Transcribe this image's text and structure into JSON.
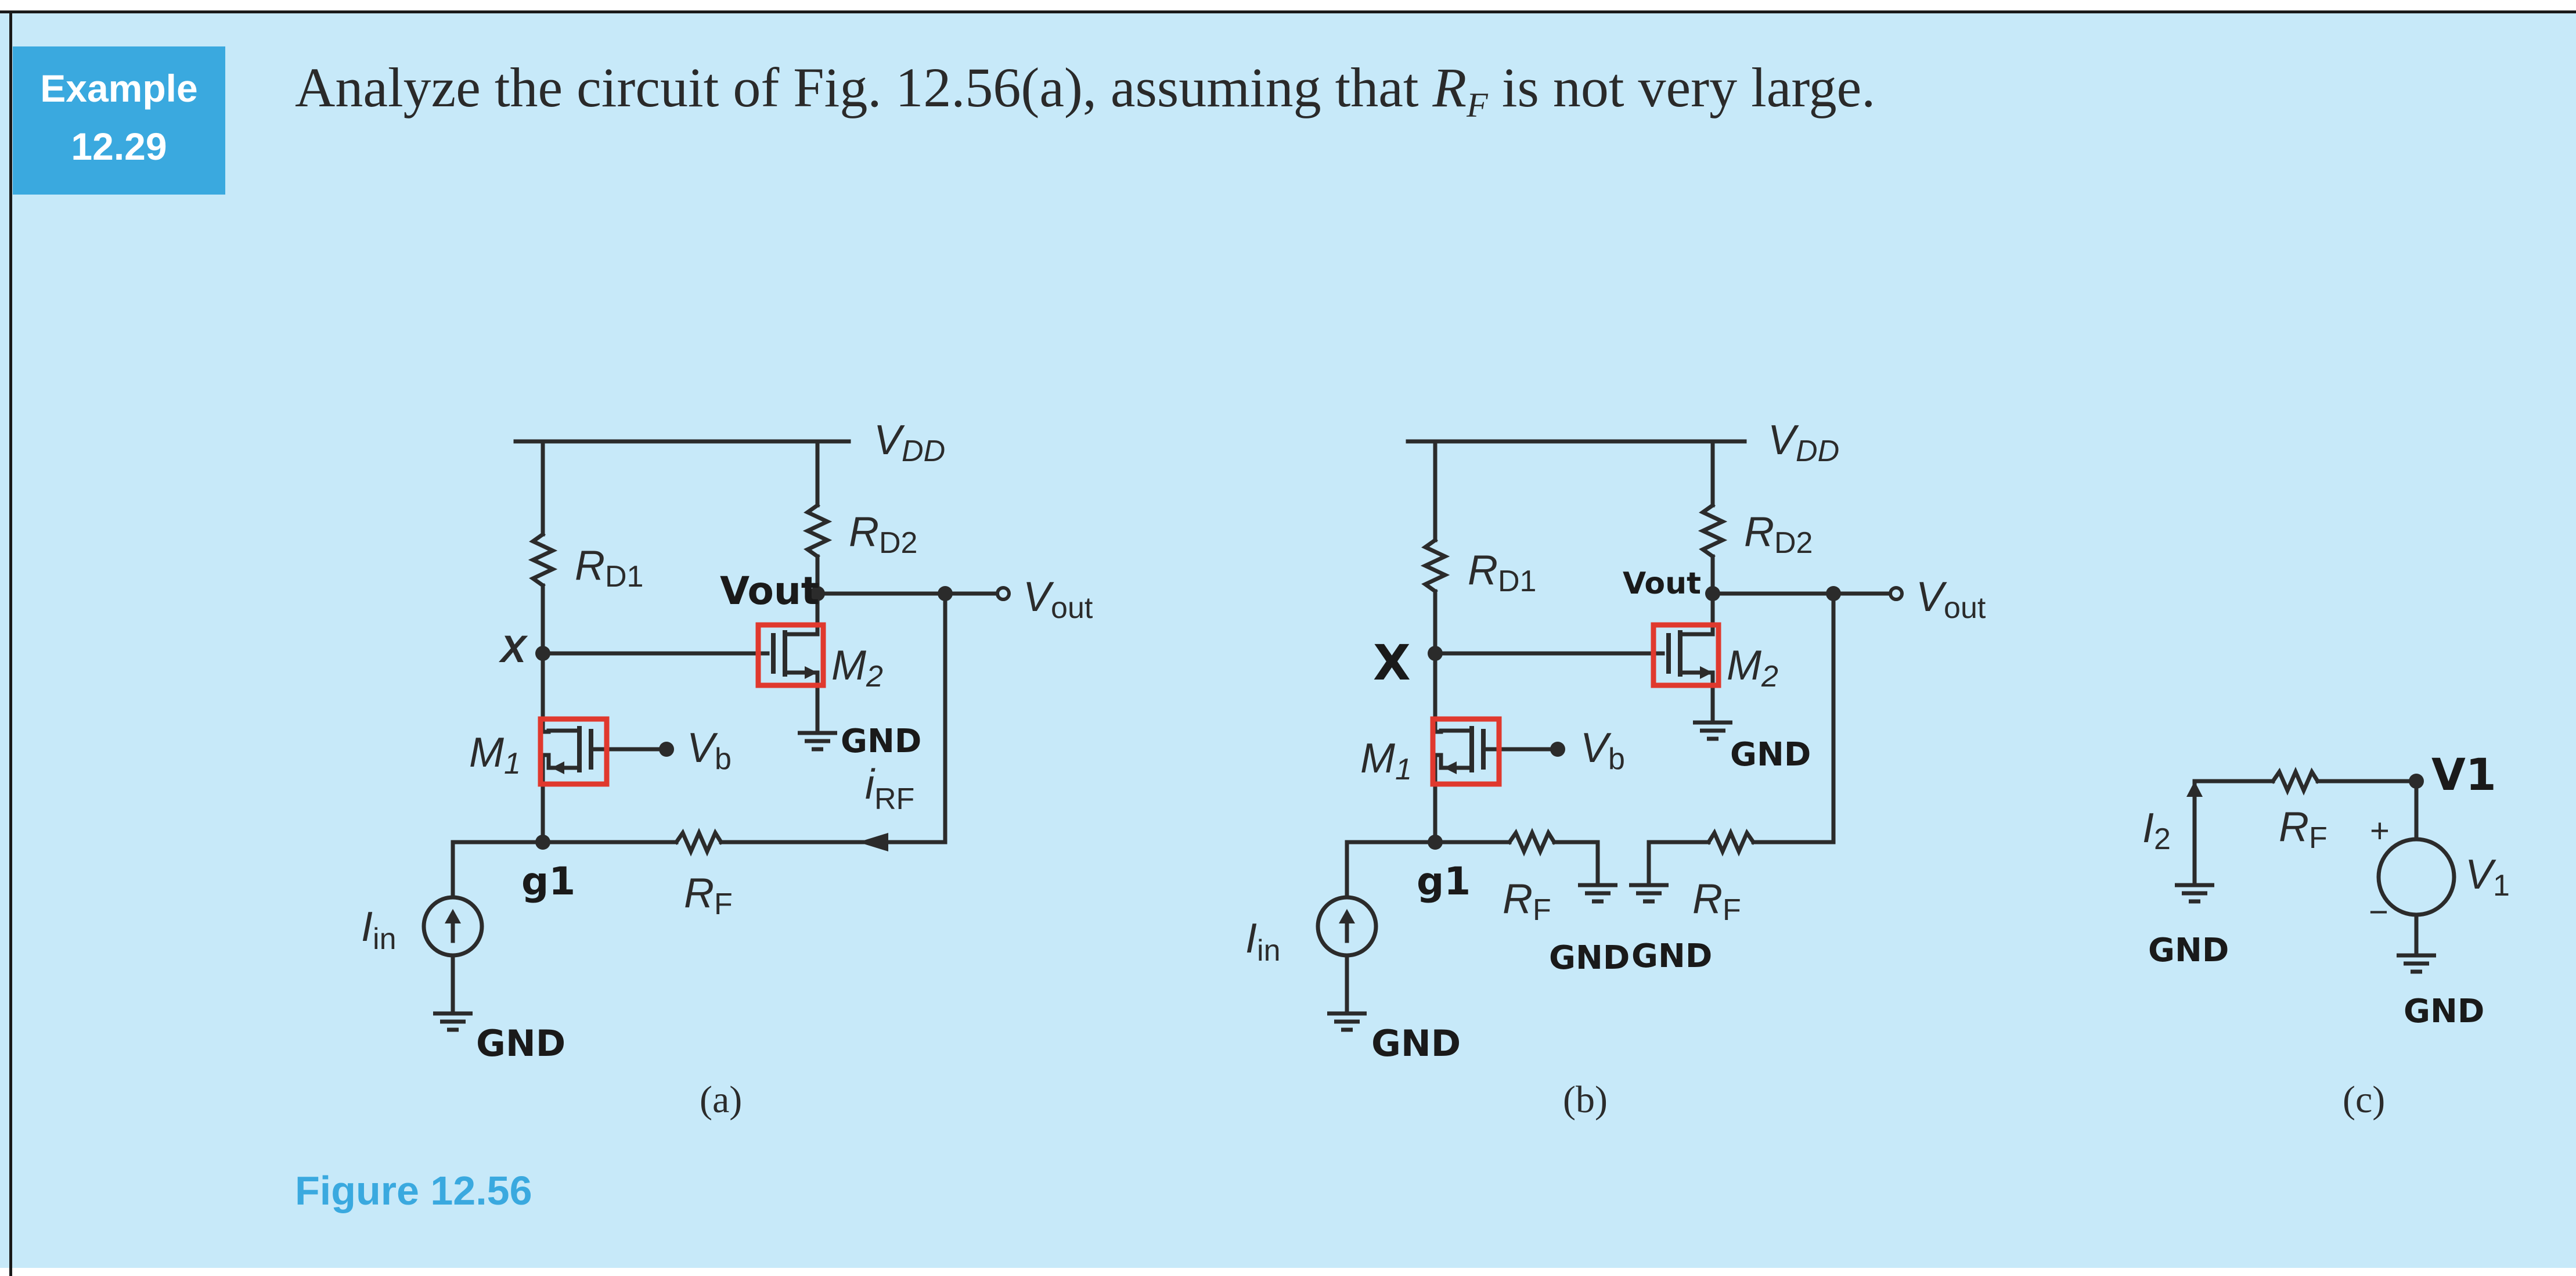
{
  "example": {
    "label": "Example",
    "number": "12.29"
  },
  "problem": {
    "prefix": "Analyze the circuit of Fig. 12.56(a), assuming that ",
    "symbol": "R",
    "symbol_sub": "F",
    "suffix": " is not very large."
  },
  "figure_caption": "Figure 12.56",
  "circuit_a": {
    "caption": "(a)",
    "vdd": "V",
    "vdd_sub": "DD",
    "rd1": "R",
    "rd1_sub": "D1",
    "rd2": "R",
    "rd2_sub": "D2",
    "vout": "V",
    "vout_sub": "out",
    "vout_hand": "Vout",
    "x": "X",
    "m2": "M",
    "m2_sub": "2",
    "m1": "M",
    "m1_sub": "1",
    "vb": "V",
    "vb_sub": "b",
    "gnd": "GND",
    "irf": "i",
    "irf_sub": "RF",
    "g1": "g1",
    "rf": "R",
    "rf_sub": "F",
    "iin": "I",
    "iin_sub": "in"
  },
  "circuit_b": {
    "caption": "(b)",
    "vdd": "V",
    "vdd_sub": "DD",
    "rd1": "R",
    "rd1_sub": "D1",
    "rd2": "R",
    "rd2_sub": "D2",
    "vout": "V",
    "vout_sub": "out",
    "vout_hand": "Vout",
    "x": "X",
    "m2": "M",
    "m2_sub": "2",
    "m1": "M",
    "m1_sub": "1",
    "vb": "V",
    "vb_sub": "b",
    "gnd": "GND",
    "g1": "g1",
    "rf": "R",
    "rf_sub": "F",
    "iin": "I",
    "iin_sub": "in"
  },
  "circuit_c": {
    "caption": "(c)",
    "v1_hand": "V1",
    "i2": "I",
    "i2_sub": "2",
    "rf": "R",
    "rf_sub": "F",
    "plus": "+",
    "minus": "−",
    "v1": "V",
    "v1_sub": "1",
    "gnd": "GND"
  },
  "colors": {
    "panel": "#c7e9f9",
    "accent": "#3aa9df",
    "highlight": "#e0392e"
  }
}
